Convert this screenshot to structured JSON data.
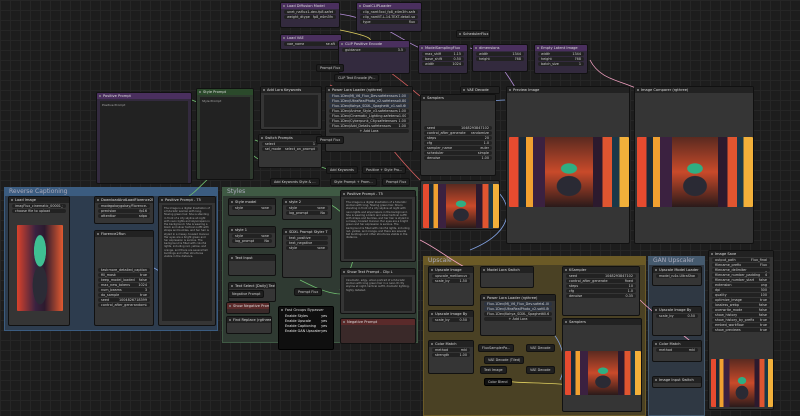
{
  "groups": {
    "reverse_captioning": "Reverse Captioning",
    "styles": "Styles",
    "upscale": "Upscale",
    "gan_upscaler": "GAN Upscaler"
  },
  "nodes": {
    "load_diffusion_model": {
      "title": "Load Diffusion Model",
      "rows": [
        [
          "unet_name",
          "flux1-dev-fp8.safetensors"
        ],
        [
          "weight_dtype",
          "fp8_e4m3fn"
        ]
      ]
    },
    "dual_clip_loader": {
      "title": "DualCLIPLoader",
      "rows": [
        [
          "clip_name1",
          "t5xxl_fp8_e4m3fn.safetensors"
        ],
        [
          "clip_name2",
          "ViT-L-14-TEXT-detail.safetensors"
        ],
        [
          "type",
          "flux"
        ]
      ]
    },
    "load_vae": {
      "title": "Load VAE",
      "rows": [
        [
          "vae_name",
          "ae.sft"
        ]
      ]
    },
    "clip_positive_encode": {
      "title": "CLIP Positive Encode"
    },
    "model_sampling_flux": {
      "title": "ModelSamplingFlux",
      "rows": [
        [
          "max_shift",
          "1.15"
        ],
        [
          "base_shift",
          "0.50"
        ],
        [
          "width",
          "1024"
        ],
        [
          "height",
          "1024"
        ]
      ]
    },
    "dimensions": {
      "title": "dimensions",
      "rows": [
        [
          "width",
          "1344"
        ],
        [
          "height",
          "768"
        ]
      ]
    },
    "empty_latent": {
      "title": "Empty Latent Image",
      "rows": [
        [
          "width",
          "1344"
        ],
        [
          "height",
          "768"
        ],
        [
          "batch_size",
          "1"
        ]
      ]
    },
    "scheduler_flux": {
      "title": "SchedulerFlux"
    },
    "prompt_flux": {
      "title": "Prompt Flux"
    },
    "clip_text_encode": {
      "title": "CLIP Text Encode (Pr..."
    },
    "positive_prompt": {
      "title": "Positive Prompt",
      "text": "Positive Prompt"
    },
    "style_prompt": {
      "title": "Style Prompt",
      "text": "Style Prompt"
    },
    "add_lora_keywords": {
      "title": "Add Lora Keywords"
    },
    "power_lora_loader": {
      "title": "Power Lora Loader (rgthree)",
      "loras": [
        "Flux.1Dev/MJ_V6_Flux_Dev.safetensors",
        "Flux.1Dev/UltraRealPhoto_v2.safetensors",
        "Flux.1Dev/Kohya_SDXL_Spaghetti_v1.safetensors",
        "Flux.1Dev/Anime_Style_v3.safetensors",
        "Flux.1Dev/Cinematic_Lighting.safetensors",
        "Flux.1Dev/Cyberpunk_City.safetensors",
        "Flux.1Dev/Add_Details.safetensors"
      ],
      "add_lora": "+ Add Lora"
    },
    "sampler": {
      "title": "Samplers",
      "rows": [
        [
          "seed",
          "1048293847102"
        ],
        [
          "control_after_generate",
          "randomize"
        ],
        [
          "steps",
          "20"
        ],
        [
          "cfg",
          "1.0"
        ],
        [
          "sampler_name",
          "euler"
        ],
        [
          "scheduler",
          "simple"
        ],
        [
          "denoise",
          "1.00"
        ]
      ]
    },
    "vae_decode": {
      "title": "VAE Decode"
    },
    "preview_image": {
      "title": "Preview Image"
    },
    "image_compare": {
      "title": "Image Comparer (rgthree)"
    },
    "switch_prompts": {
      "title": "Switch Prompts",
      "rows": [
        [
          "select",
          "1"
        ],
        [
          "sel_mode",
          "select_on_prompt"
        ]
      ]
    },
    "load_image": {
      "title": "Load Image",
      "rows": [
        [
          "image",
          "Flux_cinematic_00001_00.png"
        ],
        [
          "choose file to upload",
          "upload"
        ]
      ]
    },
    "florence_download": {
      "title": "DownloadAndLoadFlorence2Model",
      "rows": [
        [
          "model",
          "gokaygokay/Florence-2-..."
        ],
        [
          "precision",
          "fp16"
        ],
        [
          "attention",
          "sdpa"
        ]
      ]
    },
    "florence2run": {
      "title": "Florence2Run",
      "rows": [
        [
          "text_input",
          ""
        ],
        [
          "task",
          "more_detailed_caption"
        ],
        [
          "fill_mask",
          "true"
        ],
        [
          "keep_model_loaded",
          "false"
        ],
        [
          "max_new_tokens",
          "1024"
        ],
        [
          "num_beams",
          "3"
        ],
        [
          "do_sample",
          "true"
        ],
        [
          "output_mask_select",
          ""
        ],
        [
          "seed",
          "1004826718399"
        ],
        [
          "control_after_generate",
          "randomize"
        ]
      ]
    },
    "positive_prompt_t5": {
      "title": "Positive Prompt - T5",
      "text": "The image is a digital illustration of a futuristic woman with long, flowing green hair. She is standing in front of a city skyline at night with neon lights and skyscrapers in the background. She is wearing a black and silver tactical outfit with straps and buckles, and her hair is styled in a messy, tousled manner. Her eyes are a bright green and her expression is serious. The background is filled with colorful lights, including red, yellow, and orange, and there are several tall buildings and other structures visible in the distance."
    },
    "style_model": {
      "title": "Style model"
    },
    "style1": {
      "title": "style 1",
      "rows": [
        [
          "style",
          "none"
        ],
        [
          "log_prompt",
          "No"
        ]
      ]
    },
    "style2": {
      "title": "style 2",
      "rows": [
        [
          "style",
          "none"
        ],
        [
          "log_prompt",
          "No"
        ]
      ]
    },
    "sdxl_prompt_styler": {
      "title": "SDXL Prompt Styler T"
    },
    "text_input": {
      "title": "Text Input"
    },
    "text_select": {
      "title": "Text Select [Daily] Text"
    },
    "show_text_prompt": {
      "title": "Show Text Prompt - Clip L",
      "text": "Cinematic, edgy, urban portrait of a futuristic woman with long green hair in a neon-lit city skyline at night, tactical outfit, dramatic lighting, highly detailed."
    },
    "negative_prompt": {
      "title": "Negative Prompt"
    },
    "find_replace": {
      "title": "Find Replace (rgthree)"
    },
    "fast_groups_bypasser": {
      "title": "Fast Groups Bypasser",
      "rows": [
        [
          "Enable Styles",
          "yes"
        ],
        [
          "Enable Upscale",
          "yes"
        ],
        [
          "Enable Captioning",
          "yes"
        ],
        [
          "Enable GAN Upscaler",
          "yes"
        ]
      ]
    },
    "show_negative_prompt": {
      "title": "Show Negative Prompt"
    },
    "upscale_image": {
      "title": "Upscale Image",
      "rows": [
        [
          "upscale_method",
          "lanczos"
        ],
        [
          "scale_by",
          "1.50"
        ]
      ]
    },
    "ksampler_upscale": {
      "title": "KSampler",
      "rows": [
        [
          "seed",
          "1048293847102"
        ],
        [
          "control_after_generate",
          "fixed"
        ],
        [
          "steps",
          "10"
        ],
        [
          "cfg",
          "1.0"
        ],
        [
          "sampler_name",
          "euler"
        ],
        [
          "scheduler",
          "simple"
        ],
        [
          "denoise",
          "0.35"
        ]
      ]
    },
    "model_lora_switch": {
      "title": "Model Lora Switch"
    },
    "upscale_model": {
      "title": "Upscale Image By"
    },
    "color_match": {
      "title": "Color Match",
      "rows": [
        [
          "method",
          "mkl"
        ],
        [
          "strength",
          "1.00"
        ]
      ]
    },
    "vae_decode_tiled": {
      "title": "VAE Decode (Tiled)"
    },
    "color_blend": {
      "title": "Color Blend"
    },
    "samplers_upscale": {
      "title": "Samplers"
    },
    "upscale_model_loader": {
      "title": "Upscale Model Loader",
      "rows": [
        [
          "model_name",
          "4x-UltraSharp.pth"
        ]
      ]
    },
    "image_upscale_with_model": {
      "title": "Upscale Image By"
    },
    "image_save": {
      "title": "Image Save",
      "rows": [
        [
          "output_path",
          "Flux_final"
        ],
        [
          "filename_prefix",
          "Flux"
        ],
        [
          "filename_delimiter",
          "_"
        ],
        [
          "filename_number_padding",
          "4"
        ],
        [
          "filename_number_start",
          "false"
        ],
        [
          "extension",
          "png"
        ],
        [
          "dpi",
          "300"
        ],
        [
          "quality",
          "100"
        ],
        [
          "optimize_image",
          "true"
        ],
        [
          "lossless_webp",
          "false"
        ],
        [
          "overwrite_mode",
          "false"
        ],
        [
          "show_history",
          "false"
        ],
        [
          "show_history_by_prefix",
          "true"
        ],
        [
          "embed_workflow",
          "true"
        ],
        [
          "show_previews",
          "true"
        ]
      ]
    }
  },
  "badges": [
    "Add Keywords Style & ...",
    "Style Prompt + Prom...",
    "Prompt Flux",
    "Negative Prompt",
    "Prompt Flux",
    "Add Keywords",
    "Positive + Style Pro...",
    "Prompt Flux",
    "FluxSamplerPa...",
    "VAE Decode",
    "Text Image",
    "VAE Decode"
  ],
  "colors": {
    "canvas": "#1d1d1d",
    "reverse_group": "#3b5c80",
    "styles_group": "#3f5a44",
    "upscale_group": "#6b5a26",
    "gan_group": "#455a6e",
    "purple_node": "#4a2f5e"
  }
}
